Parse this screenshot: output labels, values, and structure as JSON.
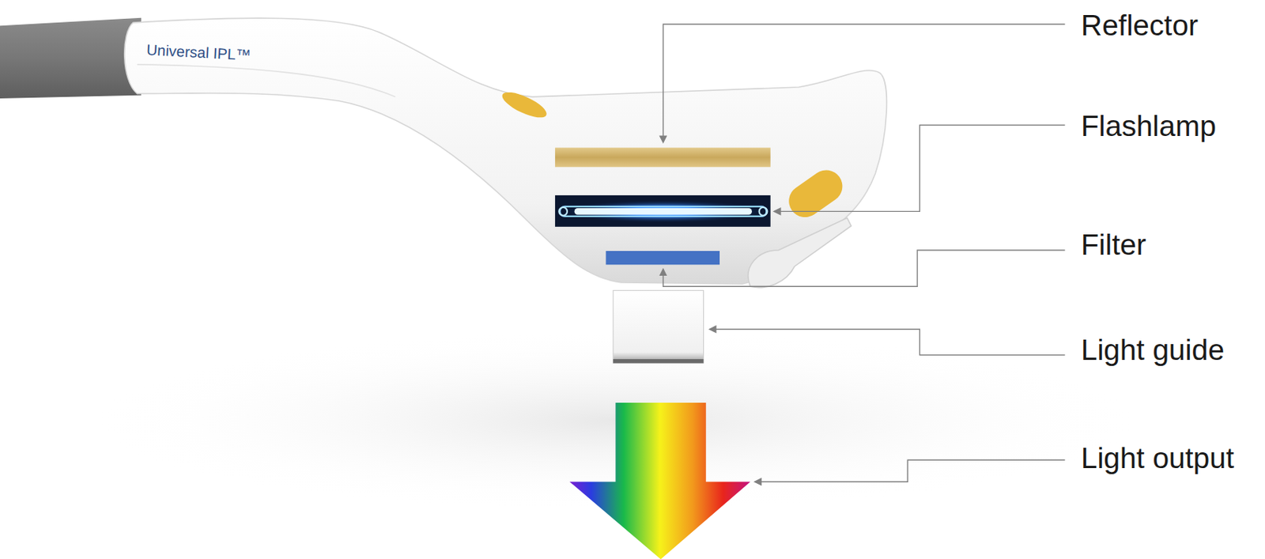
{
  "diagram": {
    "labels": [
      "Universal IPL™",
      "Reflector",
      "Flashlamp",
      "Filter",
      "Light guide",
      "Light output"
    ]
  }
}
